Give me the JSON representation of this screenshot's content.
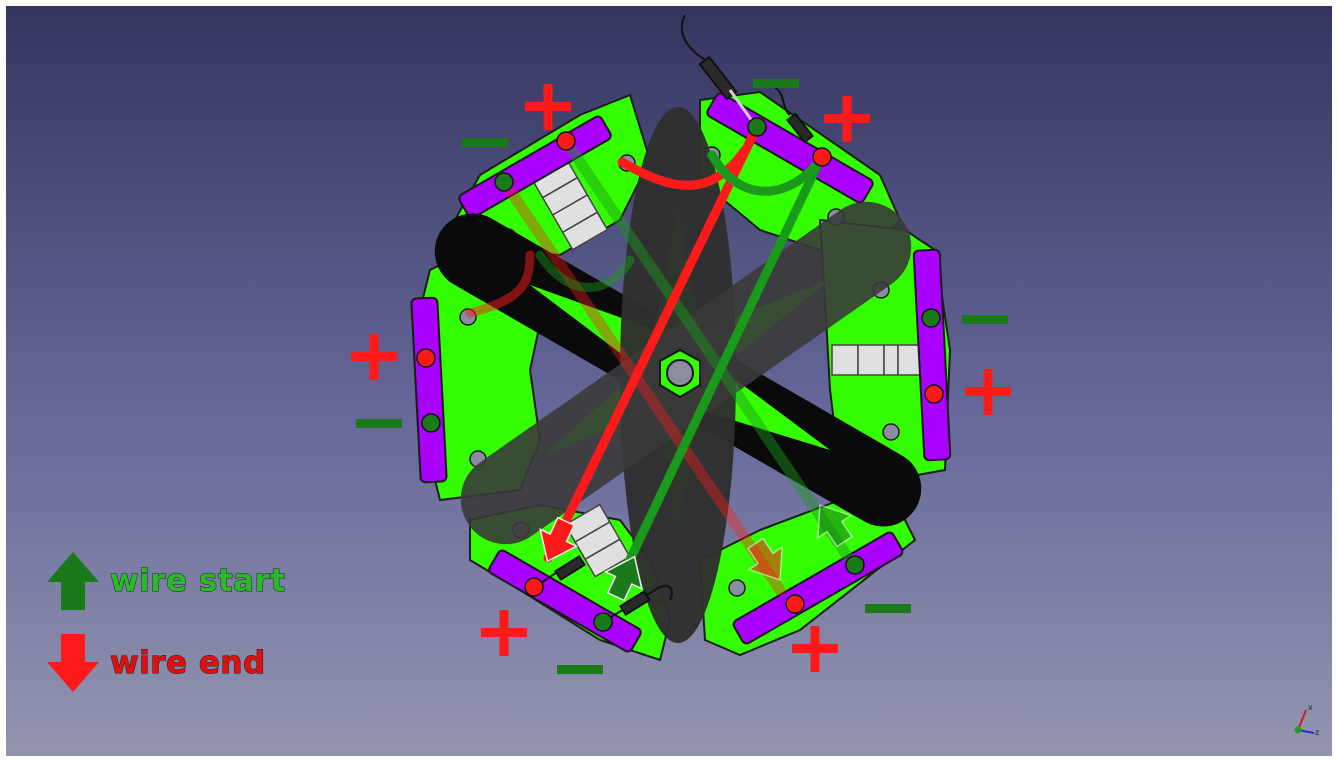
{
  "legend": {
    "start_label": "wire start",
    "end_label": "wire end",
    "start_color": "#1a7a1a",
    "start_text_color": "#2bb82b",
    "end_color": "#ff1a1a",
    "end_text_color": "#e01010"
  },
  "polarity": {
    "plus": "+",
    "minus": "—"
  },
  "axis_indicator": {
    "x": "x",
    "z": "z"
  },
  "colors": {
    "background_top": "#34355f",
    "background_mid": "#66699a",
    "background_bottom": "#9395b0",
    "frame": "#33ff00",
    "magnet": "#aa00ff",
    "blade_black": "#0a0a0a",
    "blade_grey": "#2f2f2f",
    "wire_red": "#ff1a1a",
    "wire_green": "#1a9a1a"
  }
}
